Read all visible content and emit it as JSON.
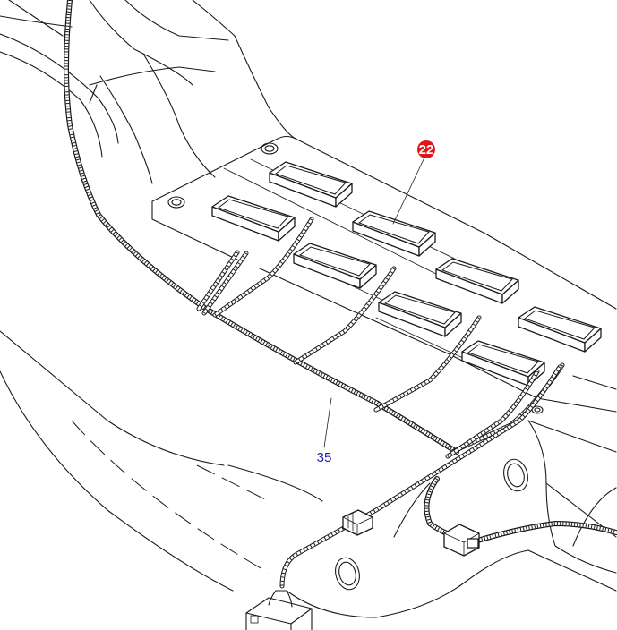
{
  "callouts": {
    "lamp": {
      "label": "22",
      "color": "#e0161b"
    },
    "harness": {
      "label": "35",
      "color": "#1b1bb8"
    }
  },
  "lamp_count": 8,
  "line_color": "#1a1a1a"
}
